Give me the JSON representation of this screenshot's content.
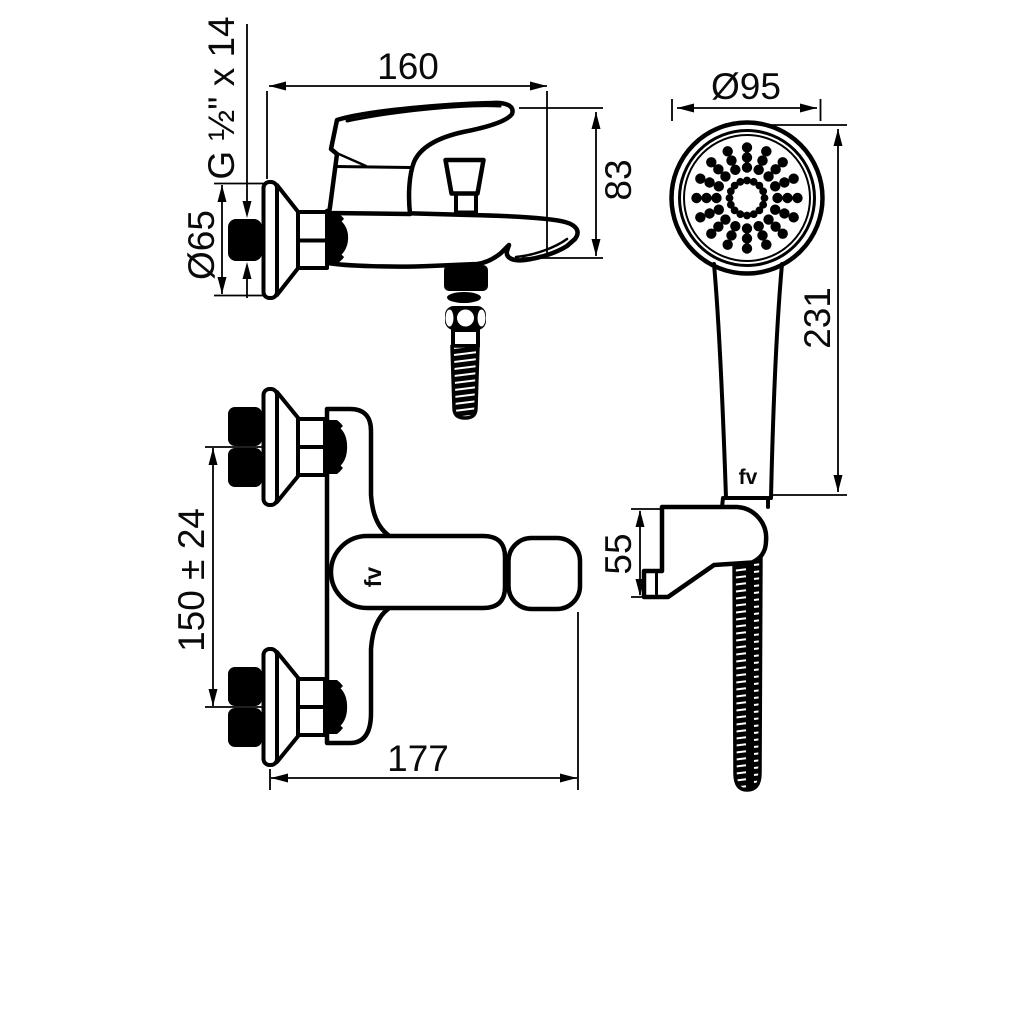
{
  "colors": {
    "background": "#ffffff",
    "line": "#000000",
    "text": "#0a0a0a"
  },
  "side_view": {
    "width": "160",
    "thread_spec": "G ½\" x 14",
    "flange_diameter": "Ø65",
    "spout_height": "83"
  },
  "front_view": {
    "inlet_spacing": "150 ± 24",
    "overall_width": "177",
    "logo": "fv"
  },
  "shower_view": {
    "head_diameter": "Ø95",
    "length": "231",
    "holder_height": "55",
    "logo": "fv"
  }
}
